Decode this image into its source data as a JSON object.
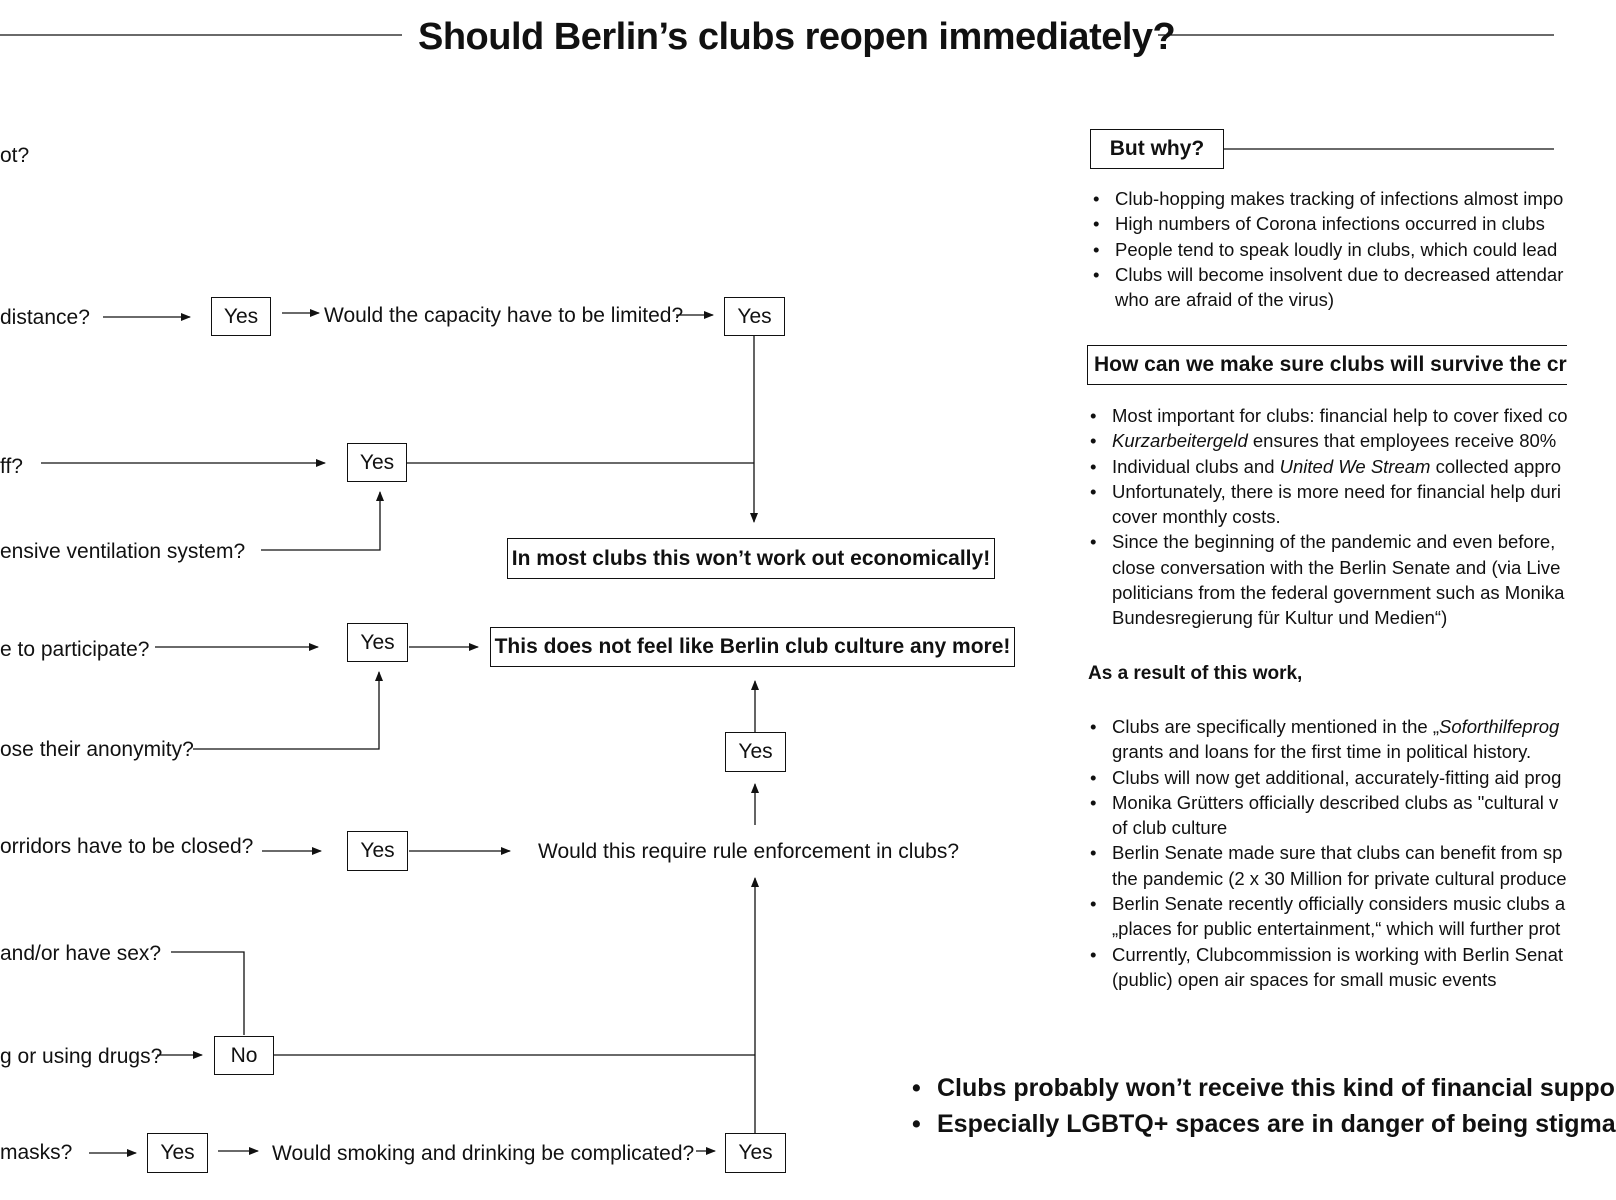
{
  "title": "Should Berlin’s clubs reopen immediately?",
  "left_questions": {
    "q1": "ot?",
    "q2": "distance?",
    "q3": "ff?",
    "q4": "ensive ventilation system?",
    "q5": "e to participate?",
    "q6": "ose their anonymity?",
    "q7": "orridors have to be closed?",
    "q8": "and/or have sex?",
    "q9": "g or using drugs?",
    "q10": "masks?"
  },
  "answers": {
    "a_distance": "Yes",
    "a_capacity": "Yes",
    "a_staff": "Yes",
    "a_participate": "Yes",
    "a_corridors": "Yes",
    "a_enforcement": "Yes",
    "a_drugs": "No",
    "a_masks": "Yes",
    "a_smoking": "Yes"
  },
  "middle_questions": {
    "capacity": "Would the capacity have to be limited?",
    "enforcement": "Would this require rule enforcement in clubs?",
    "smoking": "Would smoking and drinking be complicated?"
  },
  "conclusions": {
    "economic": "In most clubs this won’t work out economically!",
    "culture": "This does not feel like Berlin club culture any more!"
  },
  "why_box": {
    "heading": "But why?",
    "items": [
      [
        "Club-hopping makes tracking of infections almost impo"
      ],
      [
        "High numbers of Corona infections occurred in clubs"
      ],
      [
        "People tend to speak loudly in clubs, which could lead"
      ],
      [
        "Clubs will become insolvent due to decreased attendar",
        "who are afraid of the virus)"
      ]
    ]
  },
  "survive_box": {
    "heading": "How can we make sure clubs will survive the cr",
    "items": [
      [
        [
          "Most important for clubs: financial help to cover fixed co"
        ]
      ],
      [
        [
          "",
          "Kurzarbeitergeld",
          " ensures that employees receive 80%"
        ]
      ],
      [
        [
          "Individual clubs and ",
          "United We Stream",
          " collected appro"
        ]
      ],
      [
        [
          "Unfortunately, there is more need for financial help duri"
        ],
        [
          "cover monthly costs."
        ]
      ],
      [
        [
          "Since the beginning of the pandemic and even before,"
        ],
        [
          "close conversation with the Berlin Senate and (via Live"
        ],
        [
          "politicians from the federal government such as Monika"
        ],
        [
          "Bundesregierung für Kultur und Medien“)"
        ]
      ]
    ]
  },
  "result_heading": "As a result of this work,",
  "result_items": [
    [
      [
        "Clubs are specifically mentioned in the „",
        "Soforthilfeprog",
        ""
      ],
      [
        "grants and loans for the first time in political history."
      ]
    ],
    [
      [
        "Clubs will now get additional, accurately-fitting aid prog"
      ]
    ],
    [
      [
        "Monika Grütters officially described clubs as \"cultural v"
      ],
      [
        "of club culture"
      ]
    ],
    [
      [
        "Berlin Senate made sure that clubs can benefit from sp"
      ],
      [
        "the pandemic (2 x 30 Million for private cultural produce"
      ]
    ],
    [
      [
        "Berlin Senate recently officially considers music clubs a"
      ],
      [
        "„places for public entertainment,“ which will further prot"
      ]
    ],
    [
      [
        "Currently, Clubcommission is working with Berlin Senat"
      ],
      [
        "(public) open air spaces for small music events"
      ]
    ]
  ],
  "bottom_bullets": [
    "Clubs probably won’t receive this kind of financial suppo",
    "Especially LGBTQ+ spaces are in danger of being stigma"
  ],
  "bullet_char": "•"
}
